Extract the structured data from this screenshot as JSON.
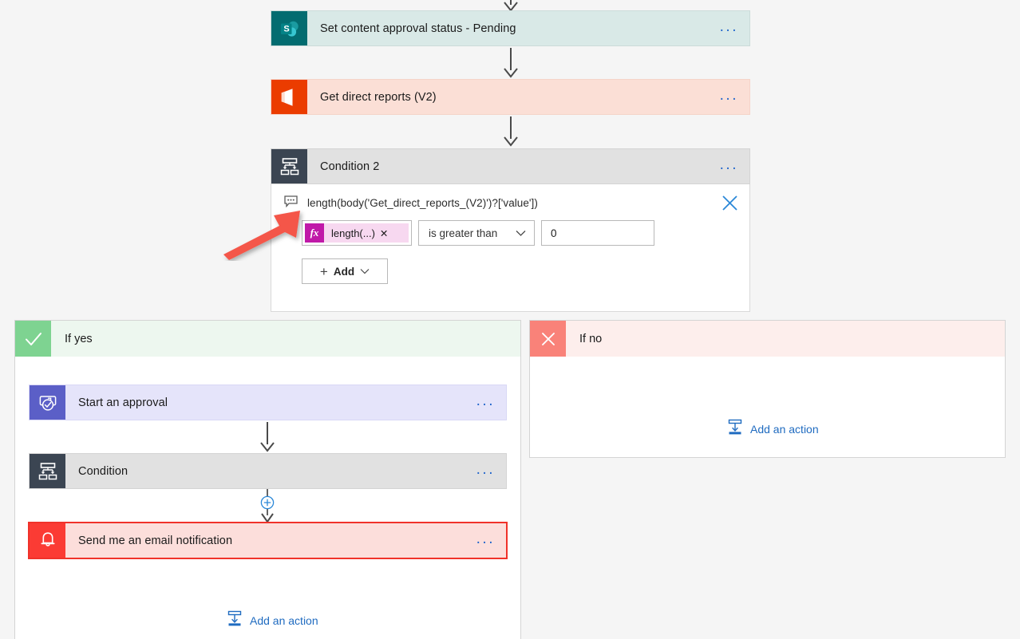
{
  "flow": {
    "steps": [
      {
        "id": "set-approval-status",
        "title": "Set content approval status - Pending",
        "connector": "sharepoint-icon",
        "menu": "..."
      },
      {
        "id": "get-direct-reports",
        "title": "Get direct reports (V2)",
        "connector": "office365-icon",
        "menu": "..."
      },
      {
        "id": "condition-2",
        "title": "Condition 2",
        "connector": "condition-icon",
        "menu": "..."
      }
    ]
  },
  "condition2": {
    "expression_icon": "comment-icon",
    "expression": "length(body('Get_direct_reports_(V2)')?['value'])",
    "close_icon": "close-icon",
    "token": {
      "fx": "fx",
      "label": "length(...)",
      "remove": "✕"
    },
    "operator": {
      "value": "is greater than",
      "chevron": "chevron-down-icon"
    },
    "value": "0",
    "add_button": {
      "plus": "+",
      "label": "Add",
      "chevron": "chevron-down-icon"
    }
  },
  "branches": {
    "yes": {
      "label": "If yes",
      "icon": "check-icon",
      "actions": [
        {
          "id": "start-approval",
          "title": "Start an approval",
          "connector": "approvals-icon",
          "menu": "...",
          "selected": false
        },
        {
          "id": "condition",
          "title": "Condition",
          "connector": "condition-icon",
          "menu": "...",
          "selected": false
        },
        {
          "id": "send-email-notif",
          "title": "Send me an email notification",
          "connector": "notification-icon",
          "menu": "...",
          "selected": true
        }
      ],
      "add_action": {
        "label": "Add an action",
        "icon": "insert-action-icon"
      },
      "insert_button": {
        "icon": "plus-circle-icon"
      }
    },
    "no": {
      "label": "If no",
      "icon": "close-x-icon",
      "actions": [],
      "add_action": {
        "label": "Add an action",
        "icon": "insert-action-icon"
      }
    }
  },
  "annotation": {
    "type": "arrow",
    "color": "#f4574a",
    "points_to": "condition-expression"
  },
  "colors": {
    "page_bg": "#f5f5f5",
    "sharepoint": "#036c70",
    "office365": "#eb3c00",
    "condition": "#3b4552",
    "approvals": "#5b5fc7",
    "notification": "#fb3b34",
    "yes_green": "#7ed391",
    "no_red": "#f98279",
    "link_blue": "#1f6bc0",
    "fx_magenta": "#c019a8",
    "selection_red": "#f0322a"
  }
}
